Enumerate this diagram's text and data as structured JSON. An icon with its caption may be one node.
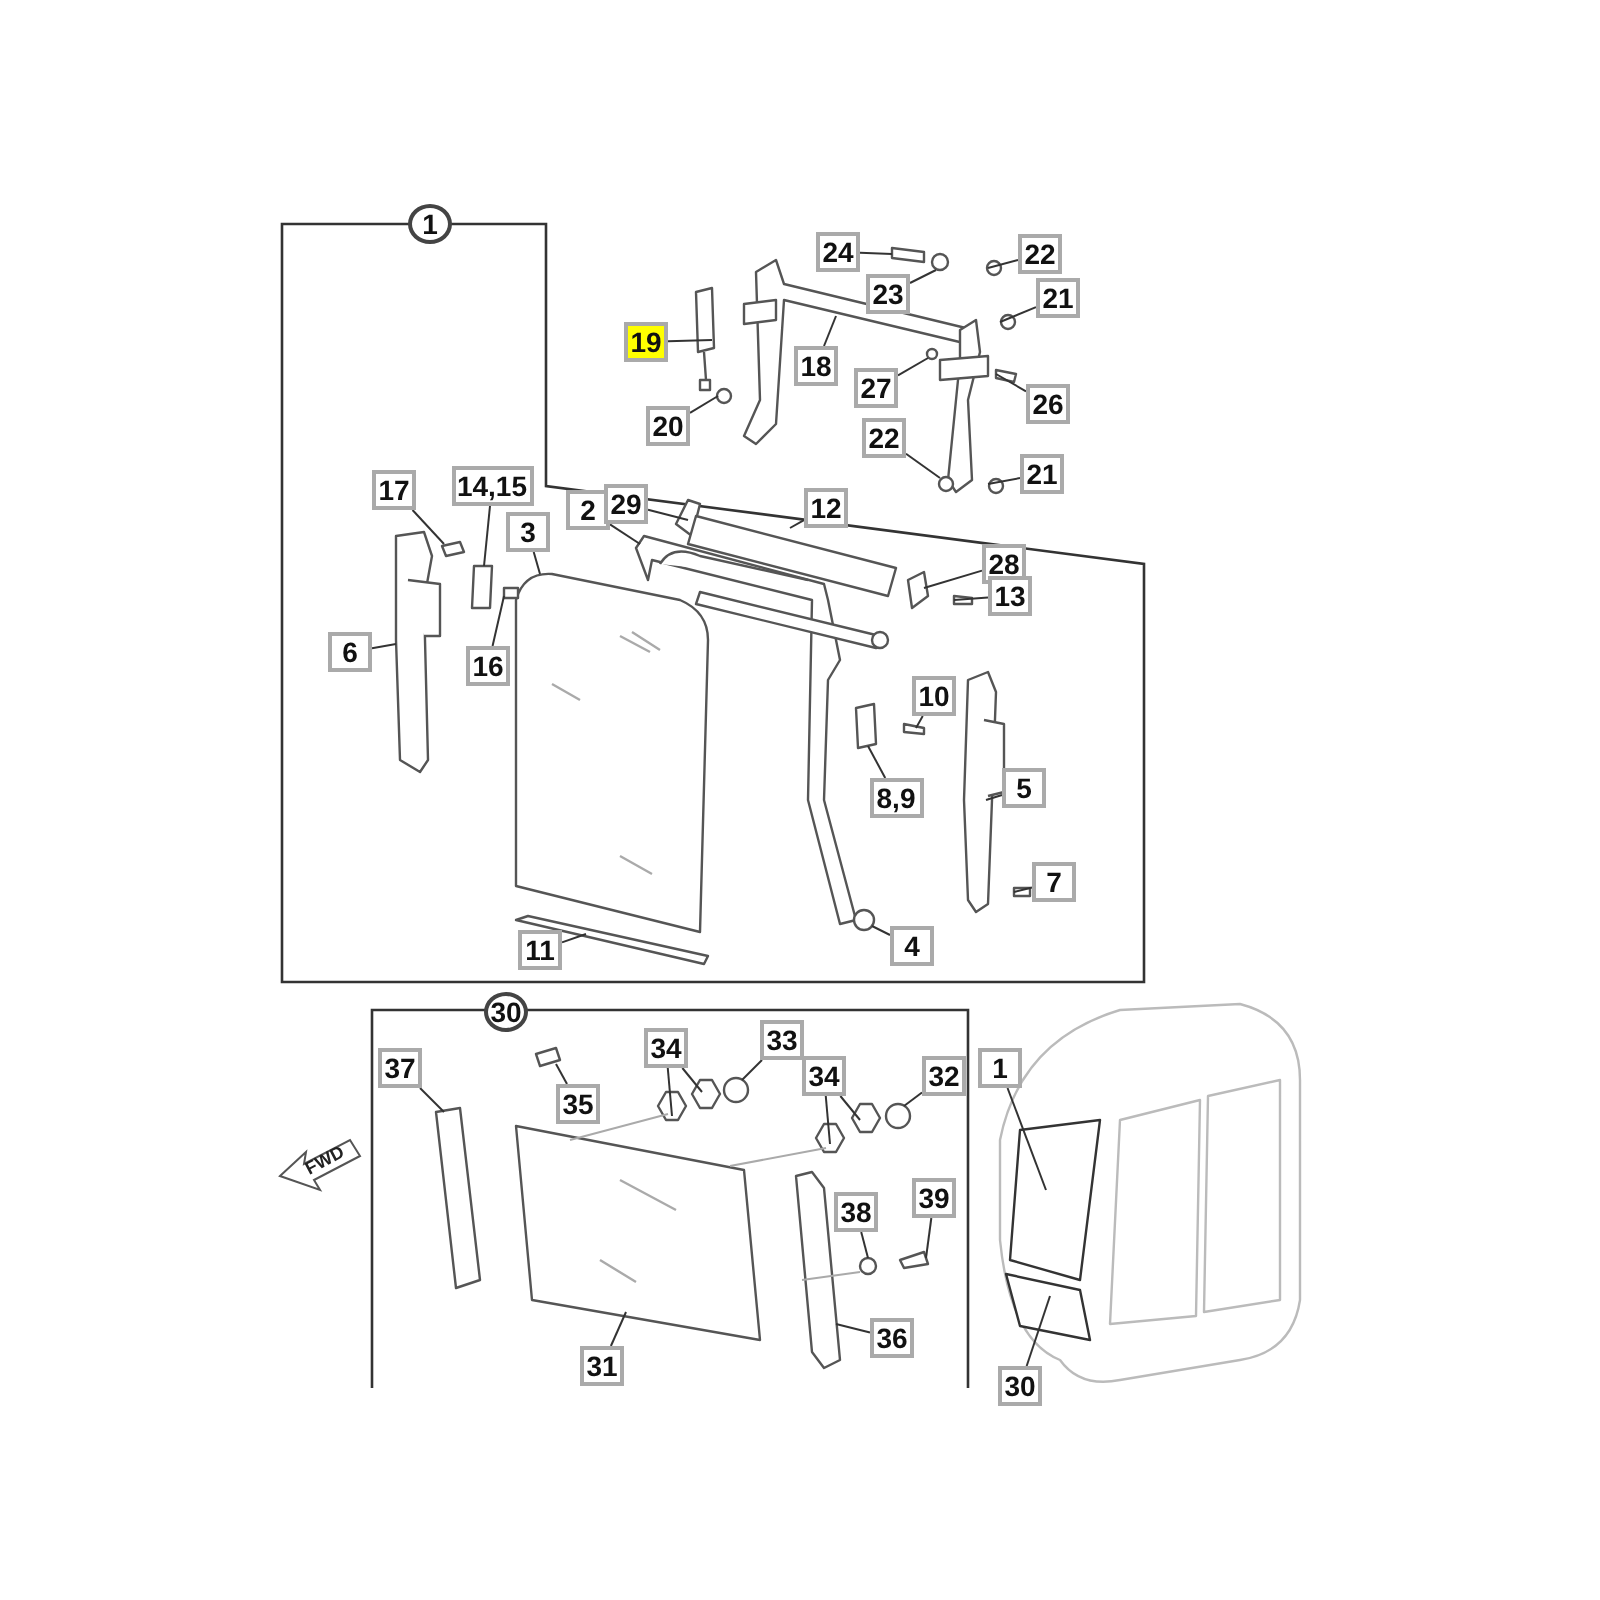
{
  "diagram": {
    "nodes": [
      {
        "text": [
          "1"
        ]
      },
      {
        "text": [
          "24"
        ]
      },
      {
        "text": [
          "23"
        ]
      },
      {
        "text": [
          "22"
        ]
      },
      {
        "text": [
          "19"
        ]
      },
      {
        "text": [
          "18"
        ]
      },
      {
        "text": [
          "21"
        ]
      },
      {
        "text": [
          "27"
        ]
      },
      {
        "text": [
          "26"
        ]
      },
      {
        "text": [
          "20"
        ]
      },
      {
        "text": [
          "22"
        ]
      },
      {
        "text": [
          "21"
        ]
      },
      {
        "text": [
          "17"
        ]
      },
      {
        "text": [
          "14,15"
        ]
      },
      {
        "text": [
          "3"
        ]
      },
      {
        "text": [
          "2"
        ]
      },
      {
        "text": [
          "29"
        ]
      },
      {
        "text": [
          "12"
        ]
      },
      {
        "text": [
          "28"
        ]
      },
      {
        "text": [
          "13"
        ]
      },
      {
        "text": [
          "6"
        ]
      },
      {
        "text": [
          "16"
        ]
      },
      {
        "text": [
          "10"
        ]
      },
      {
        "text": [
          "8,9"
        ]
      },
      {
        "text": [
          "5"
        ]
      },
      {
        "text": [
          "7"
        ]
      },
      {
        "text": [
          "4"
        ]
      },
      {
        "text": [
          "11"
        ]
      },
      {
        "text": [
          "30"
        ]
      },
      {
        "text": [
          "37"
        ]
      },
      {
        "text": [
          "35"
        ]
      },
      {
        "text": [
          "34"
        ]
      },
      {
        "text": [
          "33"
        ]
      },
      {
        "text": [
          "34"
        ]
      },
      {
        "text": [
          "32"
        ]
      },
      {
        "text": [
          "38"
        ]
      },
      {
        "text": [
          "39"
        ]
      },
      {
        "text": [
          "31"
        ]
      },
      {
        "text": [
          "36"
        ]
      },
      {
        "text": [
          "1"
        ]
      },
      {
        "text": [
          "30"
        ]
      },
      {
        "text": [],
        "shape": "box"
      },
      {
        "text": [],
        "shape": "circle"
      },
      {
        "text": [],
        "shape": "circle"
      },
      {
        "text": [],
        "shape": "box"
      },
      {
        "text": [],
        "shape": "picture"
      },
      {
        "text": [],
        "shape": "circle"
      },
      {
        "text": [],
        "shape": "circle"
      },
      {
        "text": [],
        "shape": "box"
      },
      {
        "text": [],
        "shape": "circle"
      },
      {
        "text": [],
        "shape": "circle"
      },
      {
        "text": [],
        "shape": "circle"
      },
      {
        "text": [],
        "shape": "box"
      },
      {
        "text": [],
        "shape": "box"
      },
      {
        "text": [],
        "shape": "picture"
      },
      {
        "text": [],
        "shape": "picture"
      },
      {
        "text": [],
        "shape": "box"
      },
      {
        "text": [],
        "shape": "picture"
      },
      {
        "text": [],
        "shape": "box"
      },
      {
        "text": [],
        "shape": "box"
      },
      {
        "text": [],
        "shape": "bar"
      },
      {
        "text": [],
        "shape": "box"
      },
      {
        "text": [],
        "shape": "box"
      },
      {
        "text": [],
        "shape": "box"
      },
      {
        "text": [],
        "shape": "bar"
      },
      {
        "text": [],
        "shape": "box"
      },
      {
        "text": [],
        "shape": "circle"
      },
      {
        "text": [],
        "shape": "bar"
      },
      {
        "text": [],
        "shape": "bar"
      },
      {
        "text": [],
        "shape": "box"
      },
      {
        "text": [],
        "shape": "hexagon"
      },
      {
        "text": [],
        "shape": "hexagon"
      },
      {
        "text": [],
        "shape": "circle"
      },
      {
        "text": [],
        "shape": "hexagon"
      },
      {
        "text": [],
        "shape": "hexagon"
      },
      {
        "text": [],
        "shape": "circle"
      },
      {
        "text": [],
        "shape": "circle"
      },
      {
        "text": [],
        "shape": "box"
      },
      {
        "text": [],
        "shape": "picture"
      },
      {
        "text": [],
        "shape": "bar"
      },
      {
        "text": [],
        "shape": "box"
      },
      {
        "text": [],
        "shape": "box"
      }
    ],
    "edges": [
      {
        "from": 1,
        "to": 41,
        "arrow": "none"
      },
      {
        "from": 2,
        "to": 42,
        "arrow": "none"
      },
      {
        "from": 3,
        "to": 43,
        "arrow": "none"
      },
      {
        "from": 4,
        "to": 44,
        "arrow": "none"
      },
      {
        "from": 5,
        "to": 45,
        "arrow": "none"
      },
      {
        "from": 6,
        "to": 46,
        "arrow": "none"
      },
      {
        "from": 7,
        "to": 47,
        "arrow": "none"
      },
      {
        "from": 8,
        "to": 48,
        "arrow": "none"
      },
      {
        "from": 9,
        "to": 49,
        "arrow": "none"
      },
      {
        "from": 10,
        "to": 50,
        "arrow": "none"
      },
      {
        "from": 11,
        "to": 51,
        "arrow": "none"
      },
      {
        "from": 12,
        "to": 52,
        "arrow": "none"
      },
      {
        "from": 13,
        "to": 53,
        "arrow": "none"
      },
      {
        "from": 14,
        "to": 54,
        "arrow": "none"
      },
      {
        "from": 15,
        "to": 55,
        "arrow": "none"
      },
      {
        "from": 16,
        "to": 56,
        "arrow": "none"
      },
      {
        "from": 17,
        "to": 57,
        "arrow": "none"
      },
      {
        "from": 18,
        "to": 58,
        "arrow": "none"
      },
      {
        "from": 19,
        "to": 59,
        "arrow": "none"
      },
      {
        "from": 20,
        "to": 60,
        "arrow": "none"
      },
      {
        "from": 21,
        "to": 61,
        "arrow": "none"
      },
      {
        "from": 22,
        "to": 62,
        "arrow": "none"
      },
      {
        "from": 23,
        "to": 63,
        "arrow": "none"
      },
      {
        "from": 24,
        "to": 64,
        "arrow": "none"
      },
      {
        "from": 25,
        "to": 65,
        "arrow": "none"
      },
      {
        "from": 26,
        "to": 66,
        "arrow": "none"
      },
      {
        "from": 27,
        "to": 67,
        "arrow": "none"
      },
      {
        "from": 29,
        "to": 68,
        "arrow": "none"
      },
      {
        "from": 30,
        "to": 69,
        "arrow": "none"
      },
      {
        "from": 31,
        "to": 70,
        "arrow": "none"
      },
      {
        "from": 31,
        "to": 71,
        "arrow": "none"
      },
      {
        "from": 32,
        "to": 72,
        "arrow": "none"
      },
      {
        "from": 33,
        "to": 73,
        "arrow": "none"
      },
      {
        "from": 33,
        "to": 74,
        "arrow": "none"
      },
      {
        "from": 34,
        "to": 75,
        "arrow": "none"
      },
      {
        "from": 35,
        "to": 76,
        "arrow": "none"
      },
      {
        "from": 36,
        "to": 77,
        "arrow": "none"
      },
      {
        "from": 37,
        "to": 78,
        "arrow": "none"
      },
      {
        "from": 38,
        "to": 79,
        "arrow": "none"
      },
      {
        "from": 39,
        "to": 80,
        "arrow": "none"
      },
      {
        "from": 40,
        "to": 81,
        "arrow": "none"
      },
      {
        "from": 70,
        "to": 78,
        "arrow": "none",
        "color": "#aaaaaa"
      },
      {
        "from": 73,
        "to": 78,
        "arrow": "none",
        "color": "#aaaaaa"
      },
      {
        "from": 76,
        "to": 79,
        "arrow": "none",
        "color": "#aaaaaa"
      }
    ],
    "labels": [
      "FWD"
    ]
  }
}
